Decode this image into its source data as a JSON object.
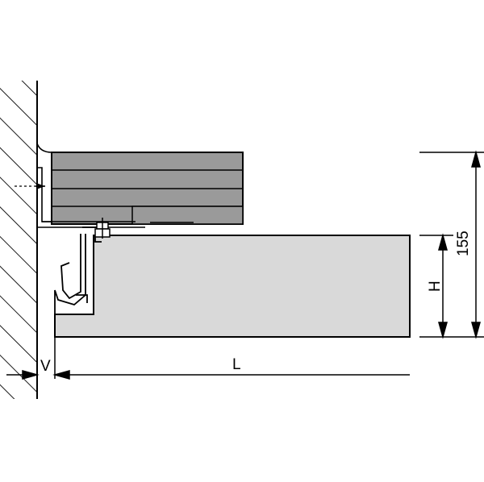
{
  "dimensions": {
    "length_label": "L",
    "gap_label": "V",
    "height_label": "H",
    "total_height_label": "155"
  },
  "colors": {
    "line": "#000000",
    "radiator_fill": "#d9d9d9",
    "panel_fill": "#9a9a9a",
    "background": "#ffffff"
  }
}
